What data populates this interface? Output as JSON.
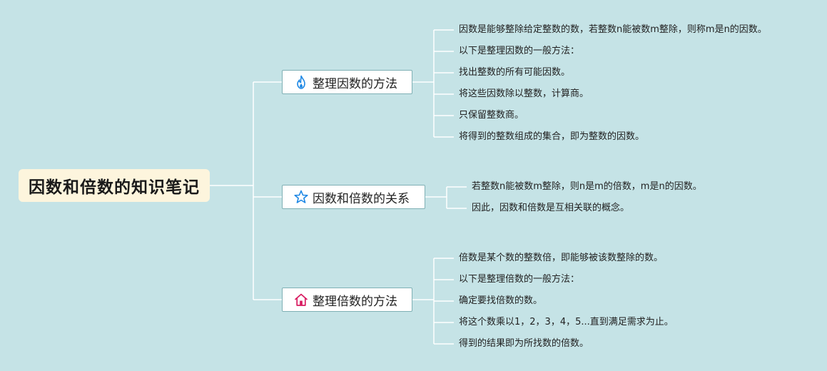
{
  "root": {
    "label": "因数和倍数的知识笔记"
  },
  "branches": [
    {
      "label": "整理因数的方法",
      "icon": "fire-icon",
      "icon_color": "#1e88e5",
      "leaves": [
        "因数是能够整除给定整数的数，若整数n能被数m整除，则称m是n的因数。",
        "以下是整理因数的一般方法：",
        "找出整数的所有可能因数。",
        "将这些因数除以整数，计算商。",
        "只保留整数商。",
        "将得到的整数组成的集合，即为整数的因数。"
      ]
    },
    {
      "label": "因数和倍数的关系",
      "icon": "star-icon",
      "icon_color": "#1e88e5",
      "leaves": [
        "若整数n能被数m整除，则n是m的倍数，m是n的因数。",
        "因此，因数和倍数是互相关联的概念。"
      ]
    },
    {
      "label": "整理倍数的方法",
      "icon": "home-icon",
      "icon_color": "#d81b60",
      "leaves": [
        "倍数是某个数的整数倍，即能够被该数整除的数。",
        "以下是整理倍数的一般方法：",
        "确定要找倍数的数。",
        "将这个数乘以1，2，3，4，5...直到满足需求为止。",
        "得到的结果即为所找数的倍数。"
      ]
    }
  ],
  "colors": {
    "background": "#c5e3e6",
    "connector": "#ffffff",
    "branch_border": "#7fb0b5",
    "root_fill": "#fdf5dd"
  }
}
